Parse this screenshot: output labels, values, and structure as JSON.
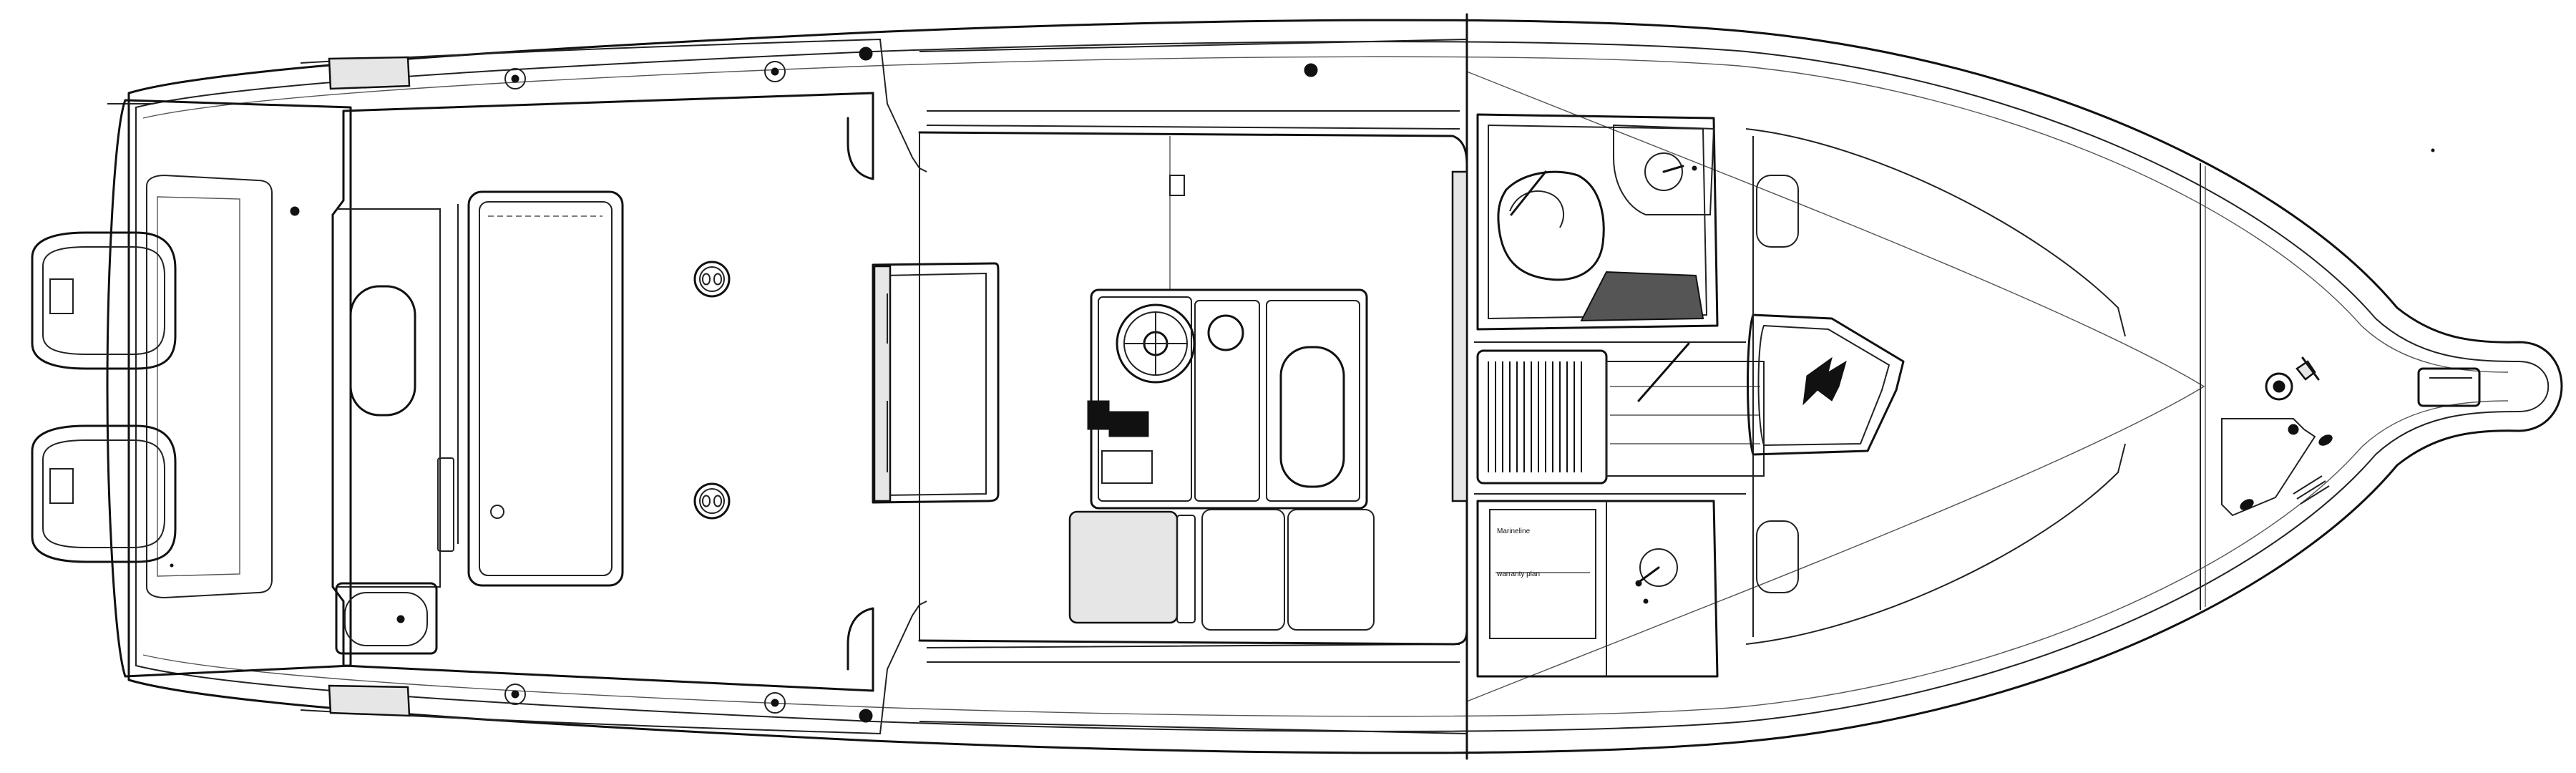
{
  "diagram": {
    "type": "boat-deck-plan",
    "view": "top",
    "labels": {
      "cabin_tag_upper": "Marineline",
      "cabin_tag_lower": "warranty plan"
    },
    "colors": {
      "line": "#111111",
      "fill_light": "#e6e6e6",
      "hatch": "#222222",
      "background": "#ffffff"
    }
  }
}
